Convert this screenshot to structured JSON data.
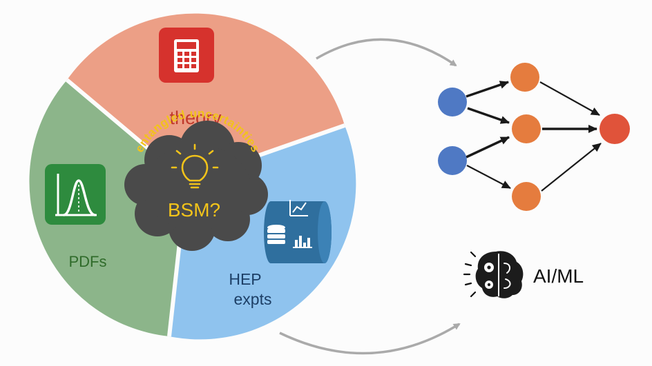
{
  "pie": {
    "theory": {
      "label": "theory",
      "color": "#ec9f86",
      "icon_bg": "#d6322d",
      "icon": "calculator-icon",
      "label_color": "#c0392b"
    },
    "pdfs": {
      "label": "PDFs",
      "color": "#8cb58a",
      "icon_bg": "#2e8b3e",
      "icon": "distribution-curve-icon",
      "label_color": "#2f6b2a"
    },
    "hep": {
      "label_line1": "HEP",
      "label_line2": "expts",
      "color": "#8fc3ee",
      "icon_bg": "#2f6f9e",
      "icon": "database-chart-icon",
      "label_color": "#1d3f66"
    }
  },
  "cloud": {
    "arc_text": "entangled uncertainties",
    "question": "BSM?",
    "icon": "lightbulb-icon",
    "color": "#4a4a4a",
    "text_color": "#f2c31a"
  },
  "network": {
    "input_color": "#4f79c4",
    "hidden_color": "#e57c3e",
    "output_color": "#e0533a",
    "edge_color": "#1a1a1a"
  },
  "ai": {
    "label": "AI/ML",
    "icon": "brain-gears-icon"
  },
  "connector_color": "#aaaaaa"
}
